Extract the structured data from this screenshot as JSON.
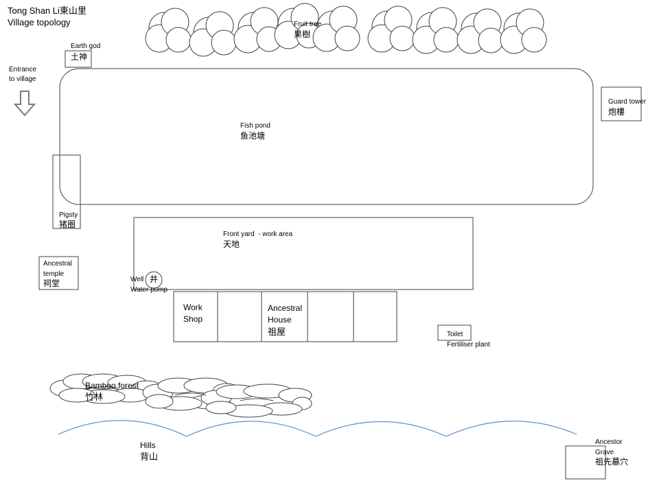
{
  "title": {
    "line1": "Tong Shan Li東山里",
    "line2": "Village topology"
  },
  "entrance": {
    "line1": "Entrance",
    "line2": "to village",
    "icon": "down-arrow-icon"
  },
  "earth_god": {
    "en": "Earth god",
    "zh": "土神"
  },
  "fruit_tree": {
    "en": "Fruit tree",
    "zh": "果樹"
  },
  "guard_tower": {
    "en": "Guard tower",
    "zh": "炮樓"
  },
  "fish_pond": {
    "en": "Fish pond",
    "zh": "鱼池塘"
  },
  "pigsty": {
    "en": "Pigsty",
    "zh": "猪圈"
  },
  "front_yard": {
    "en": "Front yard  - work area",
    "zh": "天地"
  },
  "ancestral_temple": {
    "line1": "Ancestral",
    "line2": "temple",
    "zh": "祠堂"
  },
  "well": {
    "en": "Well",
    "zh": "井",
    "line2": "Water pump"
  },
  "workshop": {
    "line1": "Work",
    "line2": "Shop"
  },
  "ancestral_house": {
    "line1": "Ancestral",
    "line2": "House",
    "zh": "祖屋"
  },
  "toilet": {
    "en": "Toilet",
    "line2": "Fertiliser plant"
  },
  "bamboo_forest": {
    "en": "Bamboo forest",
    "zh": "竹林"
  },
  "hills": {
    "en": "Hills",
    "zh": "背山"
  },
  "ancestor_grave": {
    "line1": "Ancestor",
    "line2": "Grave",
    "zh": "祖先墓穴"
  },
  "colors": {
    "outline": "#404040",
    "hills": "#5b8fd0",
    "background": "#ffffff"
  }
}
